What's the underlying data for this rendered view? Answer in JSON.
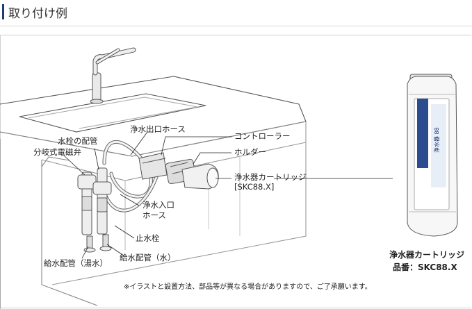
{
  "header": {
    "title": "取り付け例"
  },
  "labels": {
    "faucet_piping": "水栓の配管",
    "branch_valve": "分岐式電磁弁",
    "outlet_hose": "浄水出口ホース",
    "controller": "コントローラー",
    "holder": "ホルダー",
    "cartridge": "浄水器カートリッジ",
    "cartridge_code": "[SKC88.X]",
    "inlet_hose_1": "浄水入口",
    "inlet_hose_2": "ホース",
    "stop_valve": "止水栓",
    "hot_supply": "給水配管（湯水）",
    "cold_supply": "給水配管（水）"
  },
  "product": {
    "name": "浄水器カートリッジ",
    "part_number": "品番：SKC88.X",
    "cartridge_print": "浄水器 88"
  },
  "footnote": "※イラストと設置方法、部品等が異なる場合がありますので、ご了承願います。"
}
